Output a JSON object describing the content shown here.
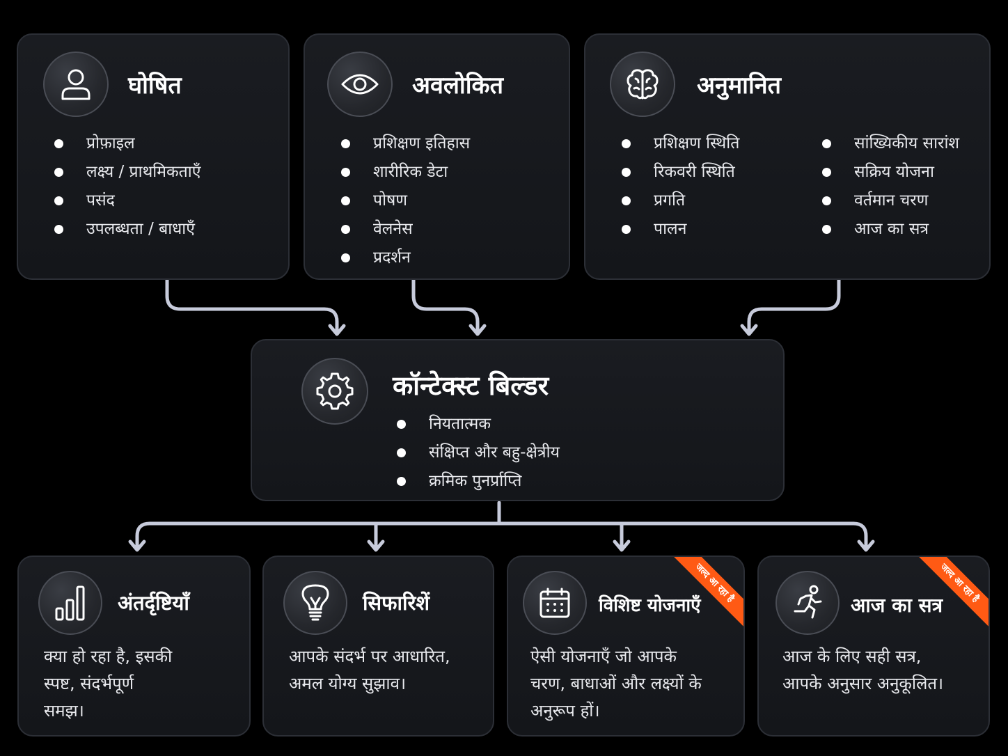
{
  "sources": {
    "declared": {
      "title": "घोषित",
      "icon": "user-icon",
      "items": [
        "प्रोफ़ाइल",
        "लक्ष्य / प्राथमिकताएँ",
        "पसंद",
        "उपलब्धता / बाधाएँ"
      ]
    },
    "observed": {
      "title": "अवलोकित",
      "icon": "eye-icon",
      "items": [
        "प्रशिक्षण इतिहास",
        "शारीरिक डेटा",
        "पोषण",
        "वेलनेस",
        "प्रदर्शन"
      ]
    },
    "inferred": {
      "title": "अनुमानित",
      "icon": "brain-icon",
      "items_left": [
        "प्रशिक्षण स्थिति",
        "रिकवरी स्थिति",
        "प्रगति",
        "पालन"
      ],
      "items_right": [
        "सांख्यिकीय सारांश",
        "सक्रिय योजना",
        "वर्तमान चरण",
        "आज का सत्र"
      ]
    }
  },
  "builder": {
    "title": "कॉन्टेक्स्ट बिल्डर",
    "icon": "gear-icon",
    "items": [
      "नियतात्मक",
      "संक्षिप्त और बहु-क्षेत्रीय",
      "क्रमिक पुनर्प्राप्ति"
    ]
  },
  "outputs": {
    "insights": {
      "title": "अंतर्दृष्टियाँ",
      "icon": "bar-chart-icon",
      "lines": [
        "क्या हो रहा है, इसकी",
        "स्पष्ट, संदर्भपूर्ण",
        "समझ।"
      ]
    },
    "recommendations": {
      "title": "सिफारिशें",
      "icon": "lightbulb-icon",
      "lines": [
        "आपके संदर्भ पर आधारित,",
        "अमल योग्य सुझाव।"
      ]
    },
    "plans": {
      "title": "विशिष्ट योजनाएँ",
      "icon": "calendar-icon",
      "ribbon": "जल्द आ रहा है",
      "lines": [
        "ऐसी योजनाएँ जो आपके",
        "चरण, बाधाओं और लक्ष्यों के",
        "अनुरूप हों।"
      ]
    },
    "today": {
      "title": "आज का सत्र",
      "icon": "running-person-icon",
      "ribbon": "जल्द आ रहा है",
      "lines": [
        "आज के लिए सही सत्र,",
        "आपके अनुसार अनुकूलित।"
      ]
    }
  },
  "colors": {
    "background": "#000000",
    "card": "#16181c",
    "card_border": "#2c2f36",
    "connector": "#c7cbdb",
    "ribbon": "#ff5a14"
  }
}
